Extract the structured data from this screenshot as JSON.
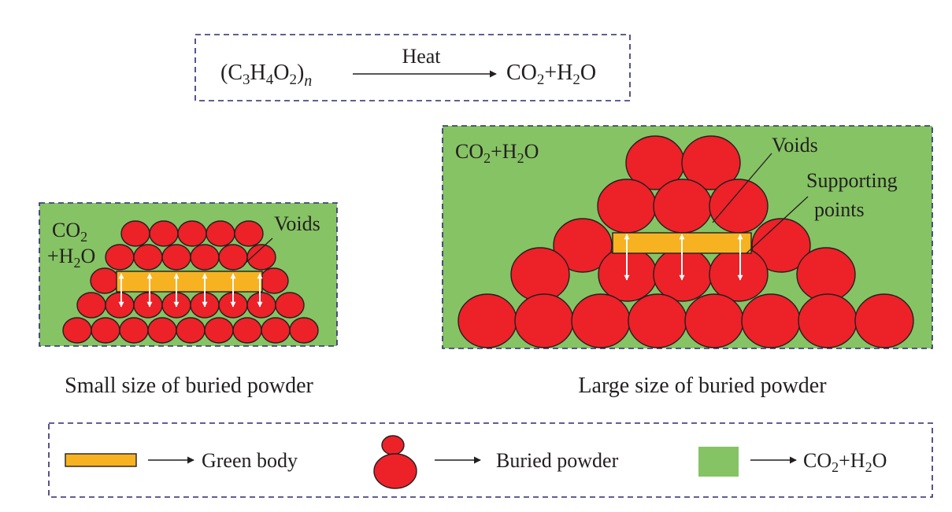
{
  "colors": {
    "gas_background": "#86c364",
    "buried_powder": "#ed2128",
    "green_body": "#f6b221",
    "outline": "#231f20",
    "dashed_border": "#2b2a72",
    "support_arrow": "#ffffff"
  },
  "reaction": {
    "reactant": {
      "open": "(C",
      "c_sub": "3",
      "h": "H",
      "h_sub": "4",
      "o": "O",
      "o_sub": "2",
      "close": ")",
      "n": "n"
    },
    "condition": "Heat",
    "product": {
      "co": "CO",
      "co_sub": "2",
      "plus_h": "+H",
      "h_sub": "2",
      "o": "O"
    }
  },
  "small_panel": {
    "gas": {
      "line1_co": "CO",
      "line1_sub": "2",
      "line2_plus_h": "+H",
      "line2_sub": "2",
      "line2_o": "O"
    },
    "voids_label": "Voids",
    "caption": "Small size of buried powder"
  },
  "large_panel": {
    "gas": {
      "co": "CO",
      "co_sub": "2",
      "plus_h": "+H",
      "h_sub": "2",
      "o": "O"
    },
    "voids_label": "Voids",
    "supporting_label_line1": "Supporting",
    "supporting_label_line2": "points",
    "caption": "Large size of buried powder"
  },
  "legend": {
    "green_body_label": "Green body",
    "buried_powder_label": "Buried powder",
    "gas": {
      "co": "CO",
      "co_sub": "2",
      "plus_h": "+H",
      "h_sub": "2",
      "o": "O"
    }
  }
}
